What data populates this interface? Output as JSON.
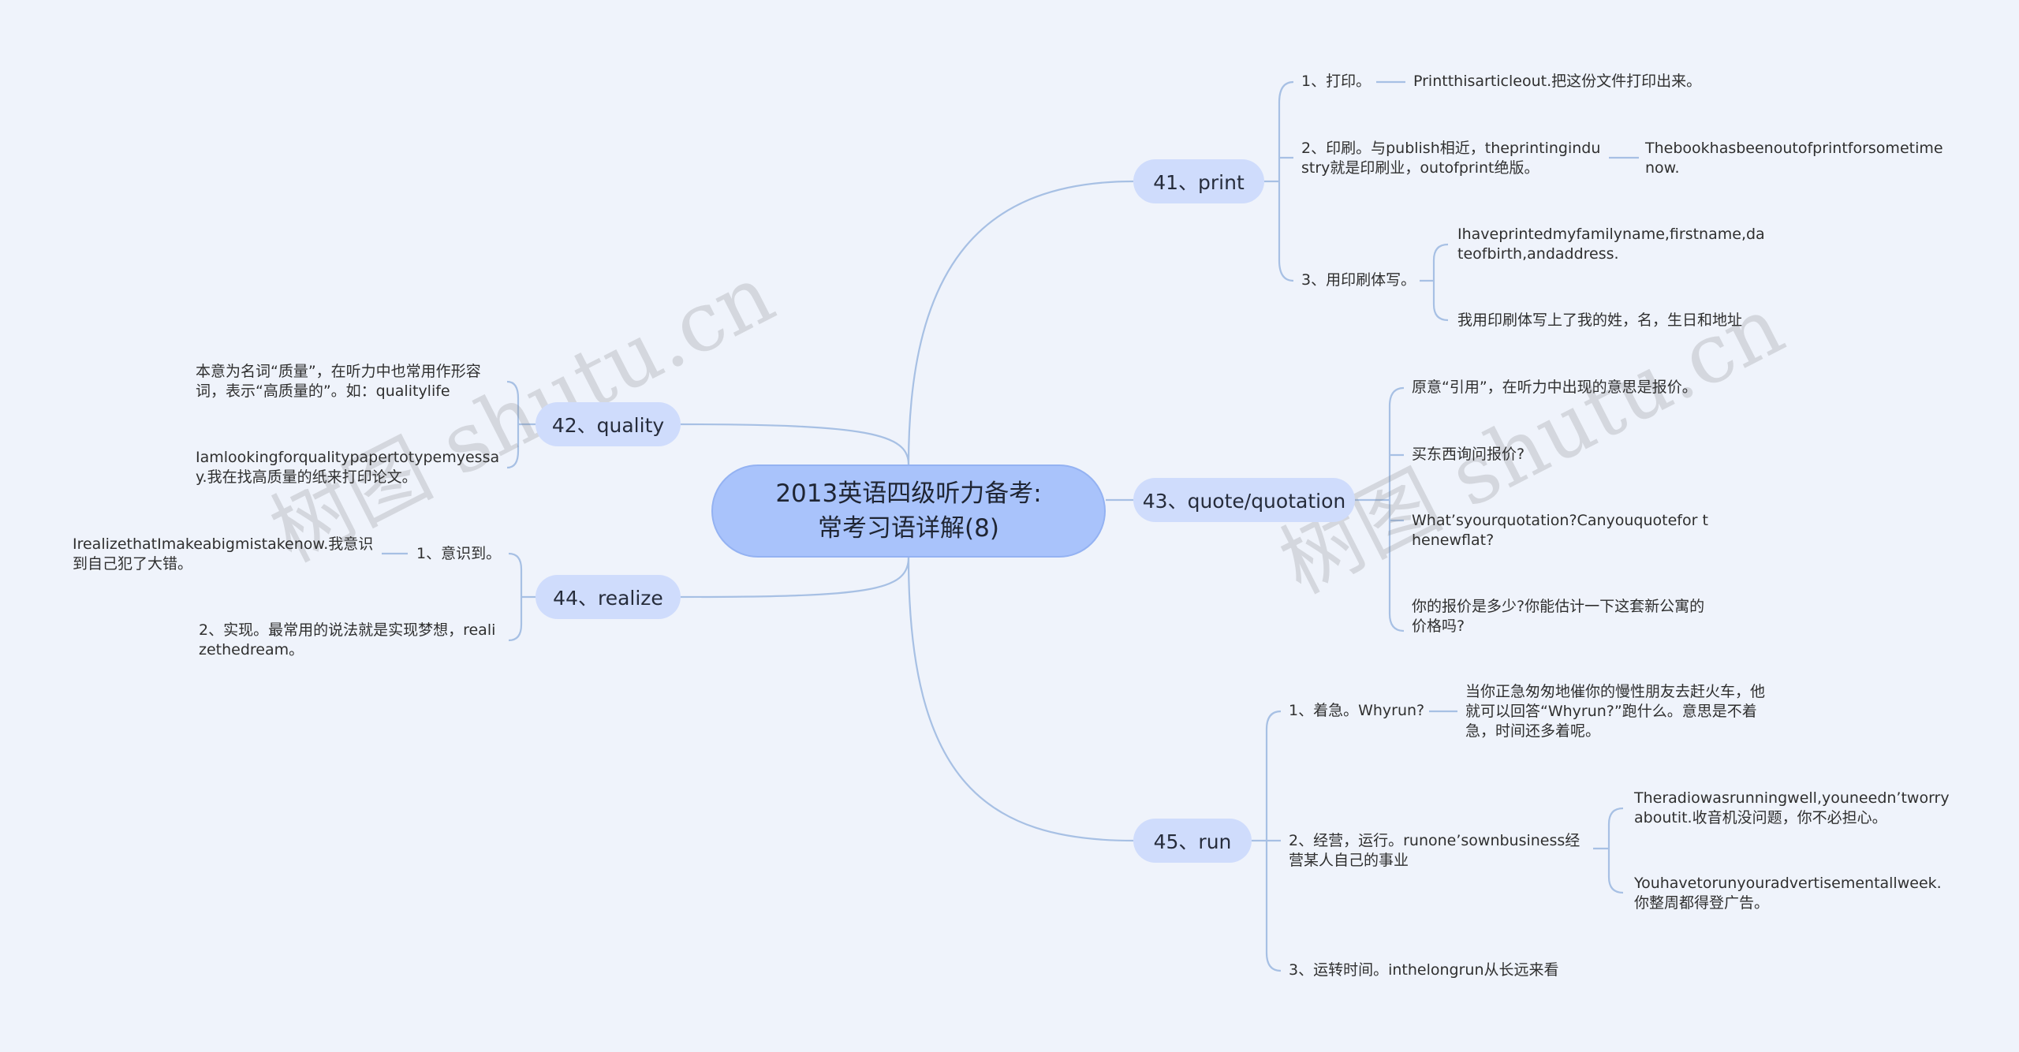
{
  "root": {
    "title": "2013英语四级听力备考:\n常考习语详解(8)"
  },
  "branches": {
    "print": {
      "label": "41、print",
      "leaves": [
        "1、打印。",
        "Printthisarticleout.把这份文件打印出来。",
        "2、印刷。与publish相近，theprintingindustry就是印刷业，outofprint绝版。",
        "Thebookhasbeenoutofprintforsometimenow.",
        "3、用印刷体写。",
        "Ihaveprintedmyfamilyname,firstname,dateofbirth,andaddress.",
        "我用印刷体写上了我的姓，名，生日和地址"
      ]
    },
    "quality": {
      "label": "42、quality",
      "leaves": [
        "本意为名词“质量”，在听力中也常用作形容词，表示“高质量的”。如：qualitylife",
        "Iamlookingforqualitypapertotypemyessay.我在找高质量的纸来打印论文。"
      ]
    },
    "quote": {
      "label": "43、quote/quotation",
      "leaves": [
        "原意“引用”，在听力中出现的意思是报价。",
        "买东西询问报价?",
        "What’syourquotation?Canyouquotefor thenewflat?",
        "你的报价是多少?你能估计一下这套新公寓的价格吗?"
      ]
    },
    "realize": {
      "label": "44、realize",
      "leaves": [
        "1、意识到。",
        "IrealizethatImakeabigmistakenow.我意识到自己犯了大错。",
        "2、实现。最常用的说法就是实现梦想，realizethedream。"
      ]
    },
    "run": {
      "label": "45、run",
      "leaves": [
        "1、着急。Whyrun?",
        "当你正急匆匆地催你的慢性朋友去赶火车，他就可以回答“Whyrun?”跑什么。意思是不着急，时间还多着呢。",
        "2、经营，运行。runone’sownbusiness经营某人自己的事业",
        "Theradiowasrunningwell,youneedn’tworryaboutit.收音机没问题，你不必担心。",
        "Youhavetorunyouradvertisementallweek.你整周都得登广告。",
        "3、运转时间。inthelongrun从长远来看"
      ]
    }
  },
  "watermark": {
    "text": "树图 shutu.cn"
  },
  "colors": {
    "line": "#a7c0e4",
    "center_fill": "#a9c3fb",
    "node_fill": "#cfdcfc",
    "background": "#eff3fb"
  }
}
